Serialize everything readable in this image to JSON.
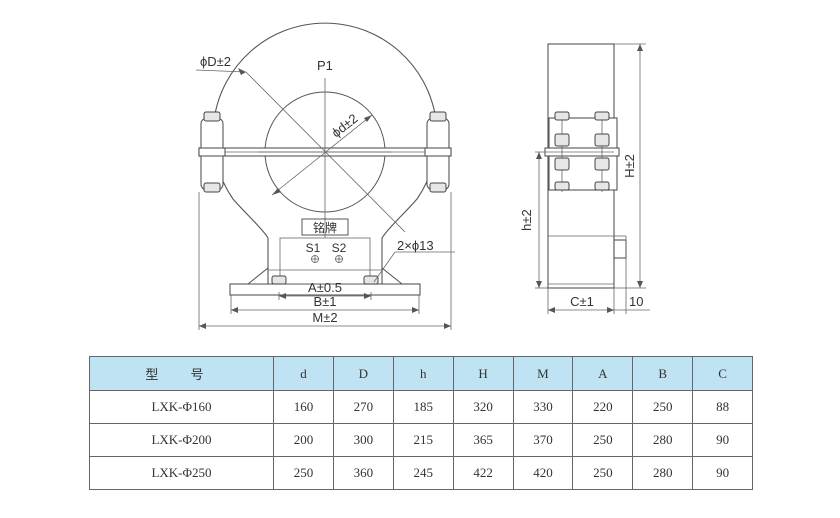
{
  "front_view": {
    "label_outer_diameter": "ϕD±2",
    "label_p1": "P1",
    "label_inner_diameter": "ϕd±2",
    "label_nameplate": "铭牌",
    "label_s1": "S1",
    "label_s2": "S2",
    "label_holes": "2×ϕ13",
    "label_a": "A±0.5",
    "label_b": "B±1",
    "label_m": "M±2"
  },
  "side_view": {
    "label_h_small": "h±2",
    "label_h_large": "H±2",
    "label_c": "C±1",
    "label_10": "10"
  },
  "table": {
    "headers": [
      "型 号",
      "d",
      "D",
      "h",
      "H",
      "M",
      "A",
      "B",
      "C"
    ],
    "rows": [
      [
        "LXK-Φ160",
        "160",
        "270",
        "185",
        "320",
        "330",
        "220",
        "250",
        "88"
      ],
      [
        "LXK-Φ200",
        "200",
        "300",
        "215",
        "365",
        "370",
        "250",
        "280",
        "90"
      ],
      [
        "LXK-Φ250",
        "250",
        "360",
        "245",
        "422",
        "420",
        "250",
        "280",
        "90"
      ]
    ]
  },
  "colors": {
    "header_bg": "#bfe3f3",
    "line": "#555555"
  }
}
